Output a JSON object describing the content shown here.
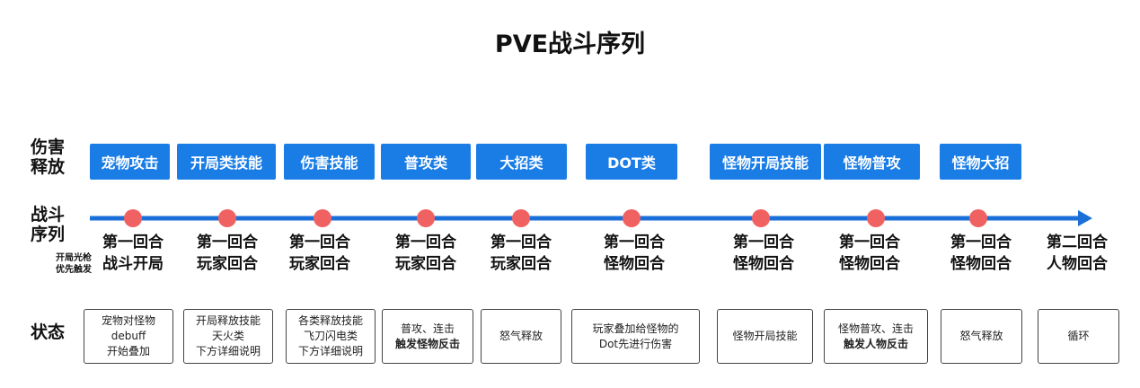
{
  "title": "PVE战斗序列",
  "row_labels": {
    "damage": [
      "伤害",
      "释放"
    ],
    "battle": [
      "战斗",
      "序列"
    ],
    "battle_note": [
      "开局光枪",
      "优先触发"
    ],
    "status": "状态"
  },
  "categories": [
    "宠物攻击",
    "开局类技能",
    "伤害技能",
    "普攻类",
    "大招类",
    "DOT类",
    "怪物开局技能",
    "怪物普攻",
    "怪物大招"
  ],
  "rounds": [
    [
      "第一回合",
      "战斗开局"
    ],
    [
      "第一回合",
      "玩家回合"
    ],
    [
      "第一回合",
      "玩家回合"
    ],
    [
      "第一回合",
      "玩家回合"
    ],
    [
      "第一回合",
      "玩家回合"
    ],
    [
      "第一回合",
      "怪物回合"
    ],
    [
      "第一回合",
      "怪物回合"
    ],
    [
      "第一回合",
      "怪物回合"
    ],
    [
      "第一回合",
      "怪物回合"
    ],
    [
      "第二回合",
      "人物回合"
    ]
  ],
  "states": [
    [
      {
        "t": "宠物对怪物",
        "b": false
      },
      {
        "t": "debuff",
        "b": false
      },
      {
        "t": "开始叠加",
        "b": false
      }
    ],
    [
      {
        "t": "开局释放技能",
        "b": false
      },
      {
        "t": "天火类",
        "b": false
      },
      {
        "t": "下方详细说明",
        "b": false
      }
    ],
    [
      {
        "t": "各类释放技能",
        "b": false
      },
      {
        "t": "飞刀闪电类",
        "b": false
      },
      {
        "t": "下方详细说明",
        "b": false
      }
    ],
    [
      {
        "t": "普攻、连击",
        "b": false
      },
      {
        "t": "触发怪物反击",
        "b": true
      }
    ],
    [
      {
        "t": "怒气释放",
        "b": false
      }
    ],
    [
      {
        "t": "玩家叠加给怪物的",
        "b": false
      },
      {
        "t": "Dot先进行伤害",
        "b": false
      }
    ],
    [
      {
        "t": "怪物开局技能",
        "b": false
      }
    ],
    [
      {
        "t": "怪物普攻、连击",
        "b": false
      },
      {
        "t": "触发人物反击",
        "b": true
      }
    ],
    [
      {
        "t": "怒气释放",
        "b": false
      }
    ],
    [
      {
        "t": "循环",
        "b": false
      }
    ]
  ],
  "colors": {
    "accent": "#1a7de6",
    "marker": "#f06262",
    "axis": "#1a6fd8"
  }
}
